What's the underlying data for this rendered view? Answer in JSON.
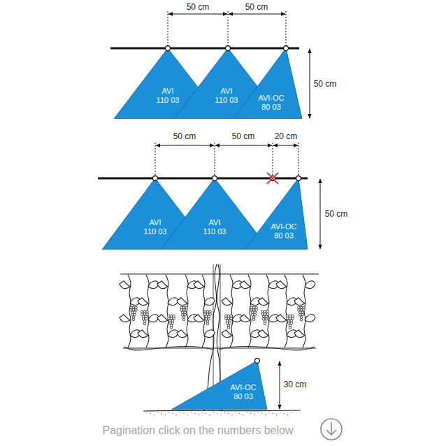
{
  "diagram": {
    "nodes": [
      {
        "text": [
          "AVI 110 03"
        ]
      },
      {
        "text": [
          "AVI 110 03"
        ]
      },
      {
        "text": [
          "AVI-OC 80 03"
        ]
      },
      {
        "text": [
          "AVI 110 03"
        ]
      },
      {
        "text": [
          "AVI 110 03"
        ]
      },
      {
        "text": [
          "AVI-OC 80 03"
        ]
      },
      {
        "text": [
          "AVI-OC 80 03"
        ]
      }
    ],
    "labels": [
      "50 cm",
      "50 cm",
      "50 cm",
      "50 cm",
      "50 cm",
      "20 cm",
      "50 cm",
      "30 cm",
      "Pagination click on the numbers below"
    ]
  }
}
